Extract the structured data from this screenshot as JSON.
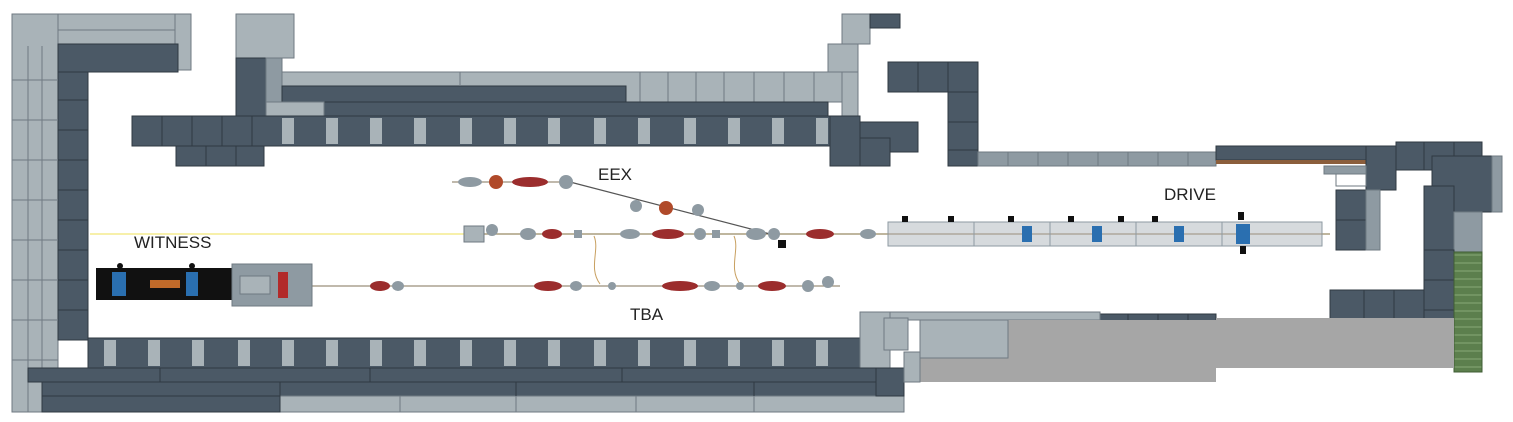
{
  "labels": {
    "eex": "EEX",
    "drive": "DRIVE",
    "witness": "WITNESS",
    "tba": "TBA"
  },
  "colors": {
    "block_dark": "#4b5966",
    "block_mid": "#8e9aa2",
    "block_light": "#a9b3b8",
    "block_edge": "#c9d0d4",
    "floor_gray": "#a6a6a6",
    "green_grate": "#5c7f4d",
    "beam_red": "#9b2d2d",
    "beam_yellow": "#f2e678",
    "magnet_blue": "#2a6fb0"
  }
}
